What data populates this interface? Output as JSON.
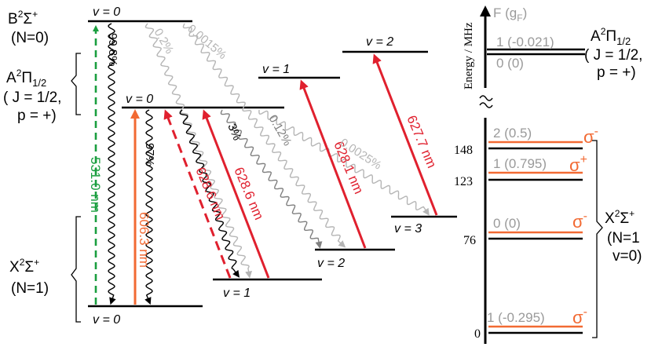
{
  "colors": {
    "black": "#000000",
    "green": "#1a9e3f",
    "orange": "#f26a33",
    "red": "#e0202e",
    "gray": "#9a9a9a",
    "lightgray": "#b5b5b5",
    "darkgray": "#808080"
  },
  "left": {
    "B_state": {
      "main": "B",
      "sup": "2",
      "sym": "Σ",
      "sup2": "+",
      "sub": "(N=0)"
    },
    "A_state": {
      "main": "A",
      "sup": "2",
      "sym": "Π",
      "sub": "1/2",
      "line2": "( J = 1/2,",
      "line3": "p = +)"
    },
    "X_state": {
      "main": "X",
      "sup": "2",
      "sym": "Σ",
      "sup2": "+",
      "sub": "(N=1)"
    },
    "levels": {
      "B_v0": "v = 0",
      "A_v0": "v = 0",
      "A_v1": "v = 1",
      "A_v2": "v = 2",
      "X_v0": "v = 0",
      "X_v1": "v = 1",
      "X_v2": "v = 2",
      "X_v3": "v = 3"
    },
    "branching": {
      "b_998": "99.8%",
      "b_02": "0.2%",
      "b_00015": "0.0015%",
      "a_97": "97%",
      "a_3": "3%",
      "a_012": "0.12%",
      "a_00025": "0.0025%"
    },
    "lasers": {
      "l531": "531.0 nm",
      "l606": "606.3 nm",
      "l628a": "628.6 nm",
      "l628b": "628.6 nm",
      "l628c": "628.1 nm",
      "l627": "627.7 nm"
    }
  },
  "right": {
    "axis_label": "Energy / MHz",
    "f_header": "F (g",
    "f_header_sub": "F",
    "f_header_end": ")",
    "A_state": {
      "main": "A",
      "sup": "2",
      "sym": "Π",
      "sub": "1/2",
      "line2": "( J = 1/2,",
      "line3": "p = +)"
    },
    "A_levels": {
      "f1": "1 (-0.021)",
      "f0": "0 (0)"
    },
    "X_state": {
      "main": "X",
      "sup": "2",
      "sym": "Σ",
      "sup2": "+",
      "line2": "(N=1",
      "line3": "v=0)"
    },
    "X_levels": {
      "f2": "2 (0.5)",
      "f1a": "1 (0.795)",
      "f0": "0 (0)",
      "f1b": "1 (-0.295)"
    },
    "sigma": {
      "s1": "σ",
      "s1_sup": "-",
      "s2": "σ",
      "s2_sup": "+",
      "s3": "σ",
      "s3_sup": "-",
      "s4": "σ",
      "s4_sup": "-"
    },
    "ticks": {
      "t148": "148",
      "t123": "123",
      "t76": "76",
      "t0": "0"
    }
  }
}
